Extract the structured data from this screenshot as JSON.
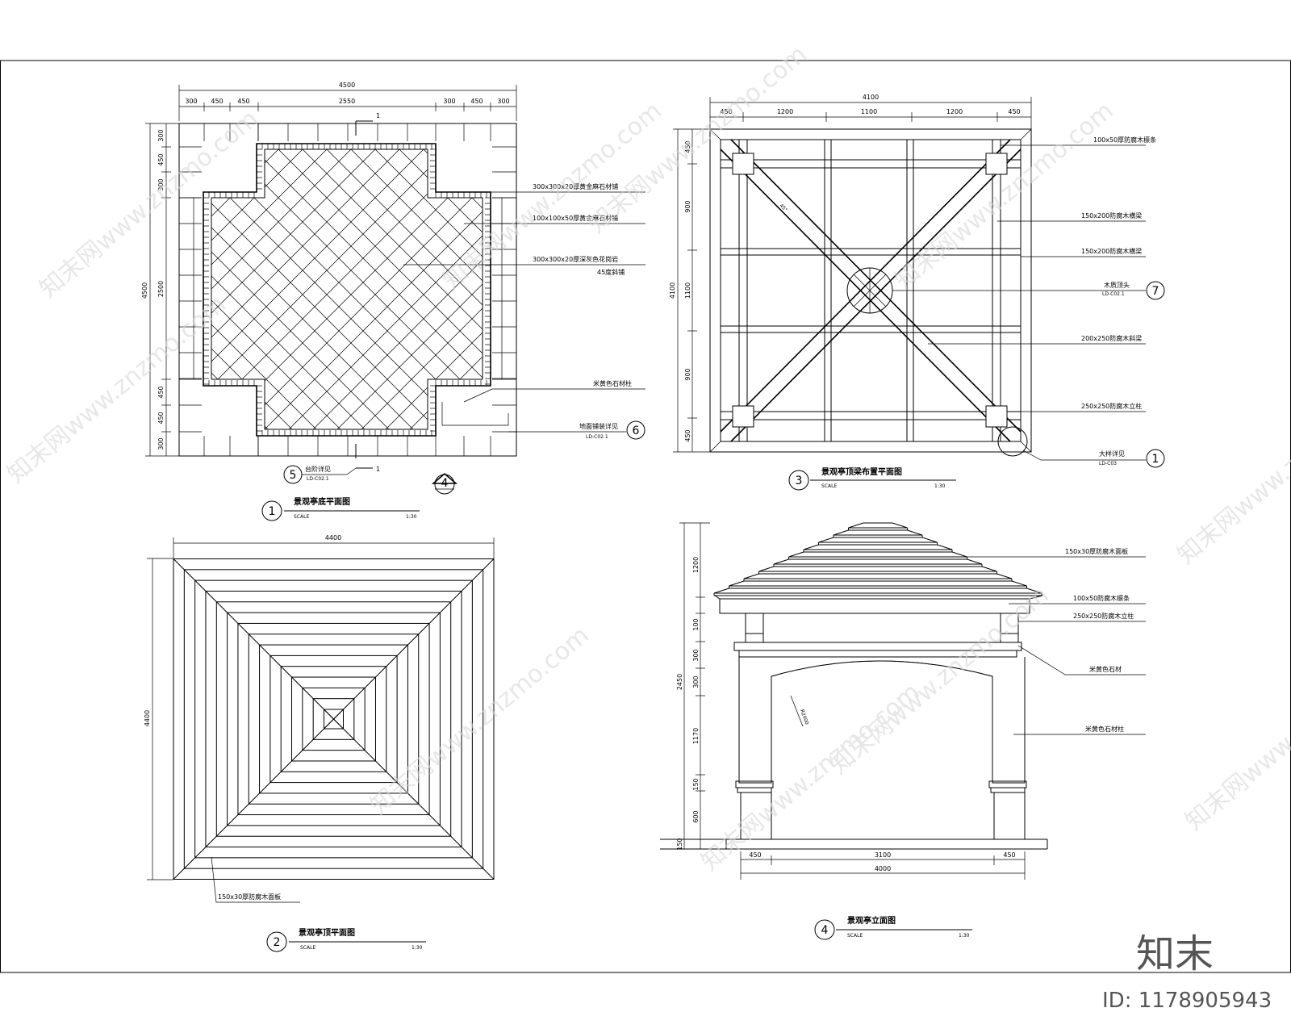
{
  "watermark": {
    "text": "znzmo.com",
    "cn": "知末网www.znzmo.com"
  },
  "brand": {
    "logo_text": "知末",
    "id_label": "ID: 1178905943"
  },
  "view1": {
    "number": "1",
    "title": "景观亭底平面图",
    "scale_label": "SCALE",
    "scale": "1:30",
    "dims_top": [
      "4500",
      "300",
      "450",
      "450",
      "2550",
      "300",
      "450",
      "300"
    ],
    "dims_left": [
      "4500",
      "300",
      "450",
      "300",
      "2500",
      "450",
      "450",
      "300"
    ],
    "section_mark": "1",
    "notes": [
      "300x300x20厚黄金麻石材铺",
      "100x100x50厚黄金麻石材铺",
      "300x300x20厚深灰色花岗岩",
      "45度斜铺",
      "米黄色石材柱",
      "地面铺装详见"
    ],
    "detail_ref_6": {
      "num": "6",
      "ref": "LD-C02.1"
    },
    "detail_ref_5": {
      "num": "5",
      "label": "台阶详见",
      "ref": "LD-C02.1"
    },
    "north_mark": "4"
  },
  "view2": {
    "number": "2",
    "title": "景观亭顶平面图",
    "scale_label": "SCALE",
    "scale": "1:30",
    "dim_top": "4400",
    "dim_left": "4400",
    "note": "150x30厚防腐木面板"
  },
  "view3": {
    "number": "3",
    "title": "景观亭顶梁布置平面图",
    "scale_label": "SCALE",
    "scale": "1:30",
    "dims_top": [
      "4100",
      "450",
      "1200",
      "1100",
      "1200",
      "450"
    ],
    "dims_left": [
      "450",
      "900",
      "4100",
      "1100",
      "900",
      "450"
    ],
    "notes": [
      "100x50厚防腐木檩条",
      "150x200防腐木横梁",
      "150x200防腐木横梁",
      "木质顶头",
      "200x250防腐木斜梁",
      "250x250防腐木立柱",
      "大样详见"
    ],
    "ref_7": {
      "num": "7",
      "ref": "LD-C02.1"
    },
    "ref_1": {
      "num": "1",
      "ref": "LD-C03"
    },
    "angle_label": "45°"
  },
  "view4": {
    "number": "4",
    "title": "景观亭立面图",
    "scale_label": "SCALE",
    "scale": "1:30",
    "dims_left": [
      "1200",
      "100",
      "300",
      "2450",
      "300",
      "1170",
      "150",
      "600",
      "150"
    ],
    "dims_bottom": [
      "450",
      "3100",
      "450",
      "4000"
    ],
    "notes": [
      "150x30厚防腐木面板",
      "100x50防腐木檩条",
      "250x250防腐木立柱",
      "米黄色石材",
      "米黄色石材柱"
    ],
    "radius_label": "R2400"
  }
}
